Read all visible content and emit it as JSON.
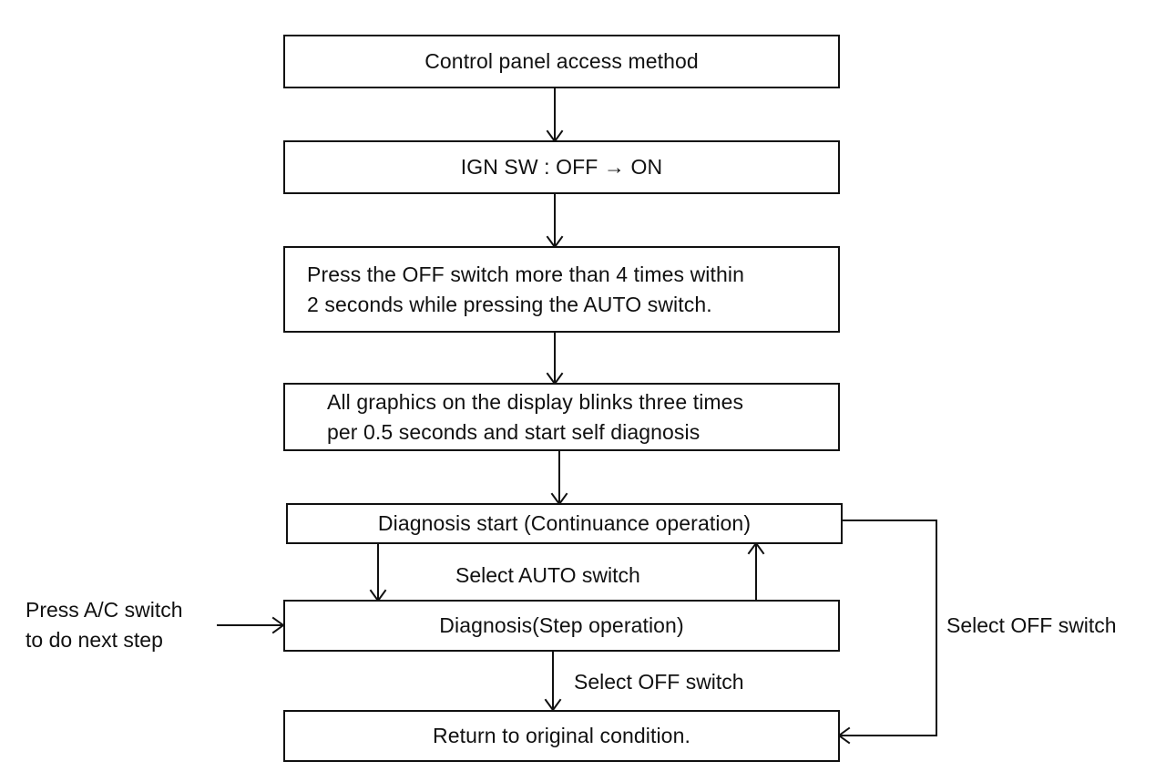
{
  "flowchart": {
    "steps": {
      "access_method": "Control panel access method",
      "ign_sw": "IGN SW : OFF → ON",
      "press_off_line1": "Press the OFF switch more than 4 times within",
      "press_off_line2": "2 seconds while pressing the AUTO switch.",
      "graphics_line1": "All graphics on the display blinks three times",
      "graphics_line2": "per 0.5 seconds and start self diagnosis",
      "diagnosis_start": "Diagnosis start (Continuance operation)",
      "diagnosis_step": "Diagnosis(Step operation)",
      "return_original": "Return to original condition."
    },
    "labels": {
      "select_auto": "Select AUTO switch",
      "press_ac_line1": "Press A/C switch",
      "press_ac_line2": "to do next step",
      "select_off_right": "Select OFF switch",
      "select_off_bottom": "Select OFF switch"
    }
  }
}
